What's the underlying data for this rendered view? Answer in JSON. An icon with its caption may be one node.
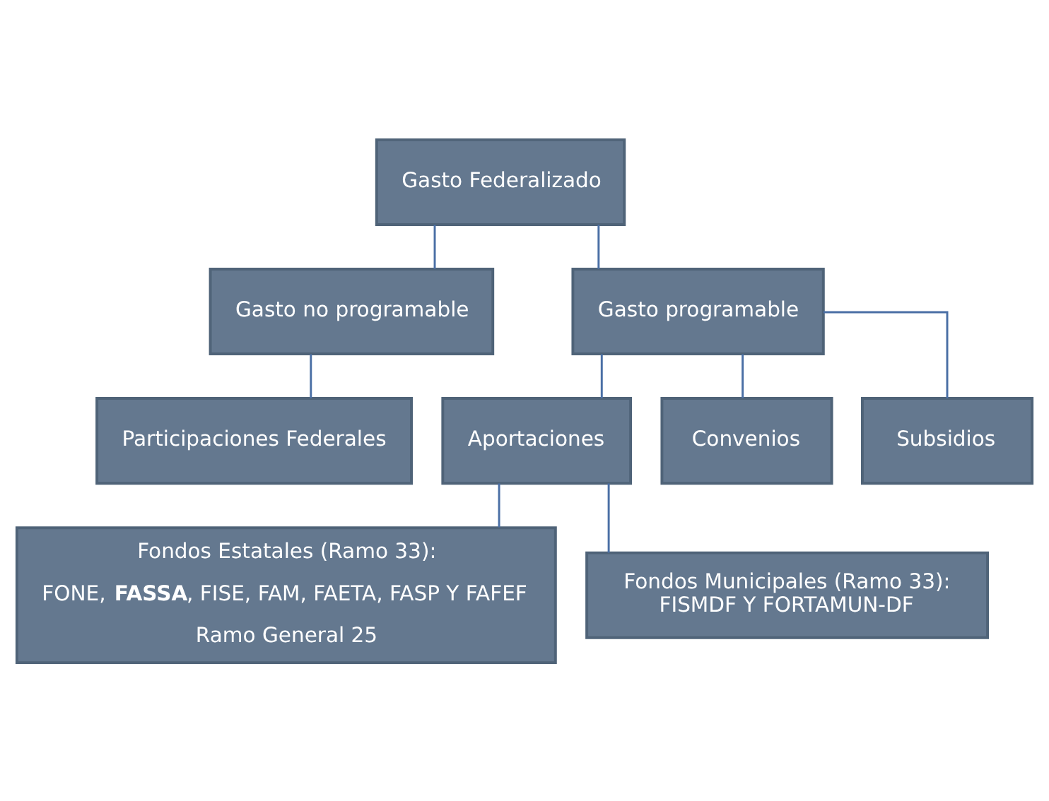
{
  "diagram": {
    "nodes": [
      {
        "text": [
          "Gasto Federalizado"
        ]
      },
      {
        "text": [
          "Gasto no programable"
        ]
      },
      {
        "text": [
          "Gasto programable"
        ]
      },
      {
        "text": [
          "Participaciones Federales"
        ]
      },
      {
        "text": [
          "Aportaciones"
        ]
      },
      {
        "text": [
          "Convenios"
        ]
      },
      {
        "text": [
          "Subsidios"
        ]
      },
      {
        "text": [
          "Fondos Estatales (Ramo 33):",
          "FONE, **FASSA**, FISE, FAM, FAETA, FASP Y FAFEF",
          "Ramo General 25"
        ]
      },
      {
        "text": [
          "Fondos Municipales (Ramo 33):",
          "FISMDF Y FORTAMUN-DF"
        ]
      }
    ],
    "edges": [
      {
        "from": 0,
        "to": 1,
        "arrow": "none"
      },
      {
        "from": 0,
        "to": 2,
        "arrow": "none"
      },
      {
        "from": 1,
        "to": 3,
        "arrow": "none"
      },
      {
        "from": 2,
        "to": 4,
        "arrow": "none"
      },
      {
        "from": 2,
        "to": 5,
        "arrow": "none"
      },
      {
        "from": 2,
        "to": 6,
        "arrow": "none"
      },
      {
        "from": 4,
        "to": 7,
        "arrow": "none"
      },
      {
        "from": 4,
        "to": 8,
        "arrow": "none"
      }
    ]
  }
}
